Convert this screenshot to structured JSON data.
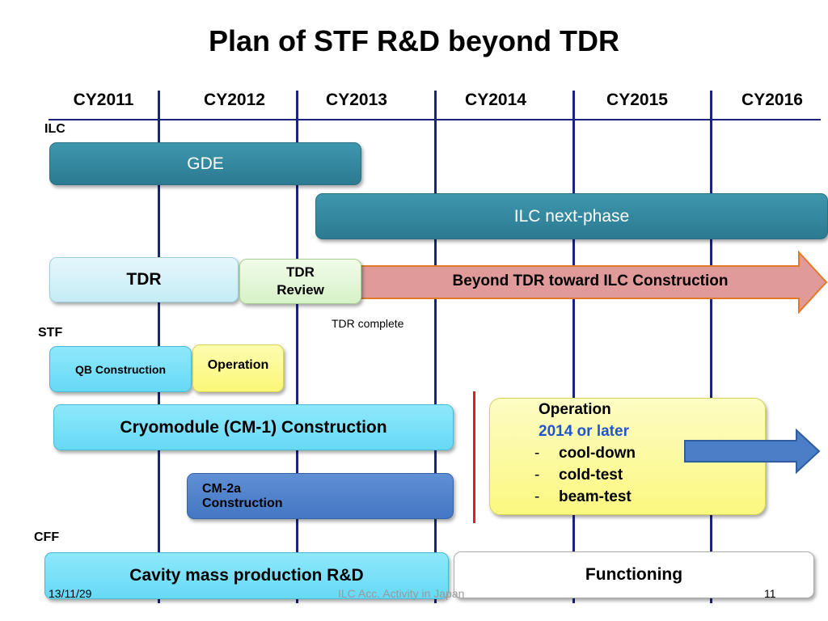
{
  "title": "Plan of STF R&D beyond TDR",
  "years": [
    "CY2011",
    "CY2012",
    "CY2013",
    "CY2014",
    "CY2015",
    "CY2016"
  ],
  "sections": {
    "ilc": "ILC",
    "stf": "STF",
    "cff": "CFF"
  },
  "bars": {
    "gde": "GDE",
    "ilc_next": "ILC next-phase",
    "tdr": "TDR",
    "tdr_review": "TDR\nReview",
    "beyond": "Beyond TDR toward ILC Construction",
    "tdr_complete": "TDR complete",
    "qb": "QB Construction",
    "qb_operation": "Operation",
    "cm1": "Cryomodule (CM-1) Construction",
    "cm2a": "CM-2a\nConstruction",
    "cavity": "Cavity mass production R&D",
    "functioning": "Functioning"
  },
  "operation_box": {
    "heading": "Operation",
    "subheading": "2014 or later",
    "items": [
      "cool-down",
      "cold-test",
      "beam-test"
    ],
    "subheading_color": "#2255cc"
  },
  "footer": {
    "date": "13/11/29",
    "center": "ILC Acc. Activity in Japan",
    "page": "11"
  },
  "colors": {
    "timeline": "#1a237e",
    "marker": "#e02020",
    "arrow_red": "#e19a9a",
    "arrow_blue": "#4a7fc8"
  }
}
